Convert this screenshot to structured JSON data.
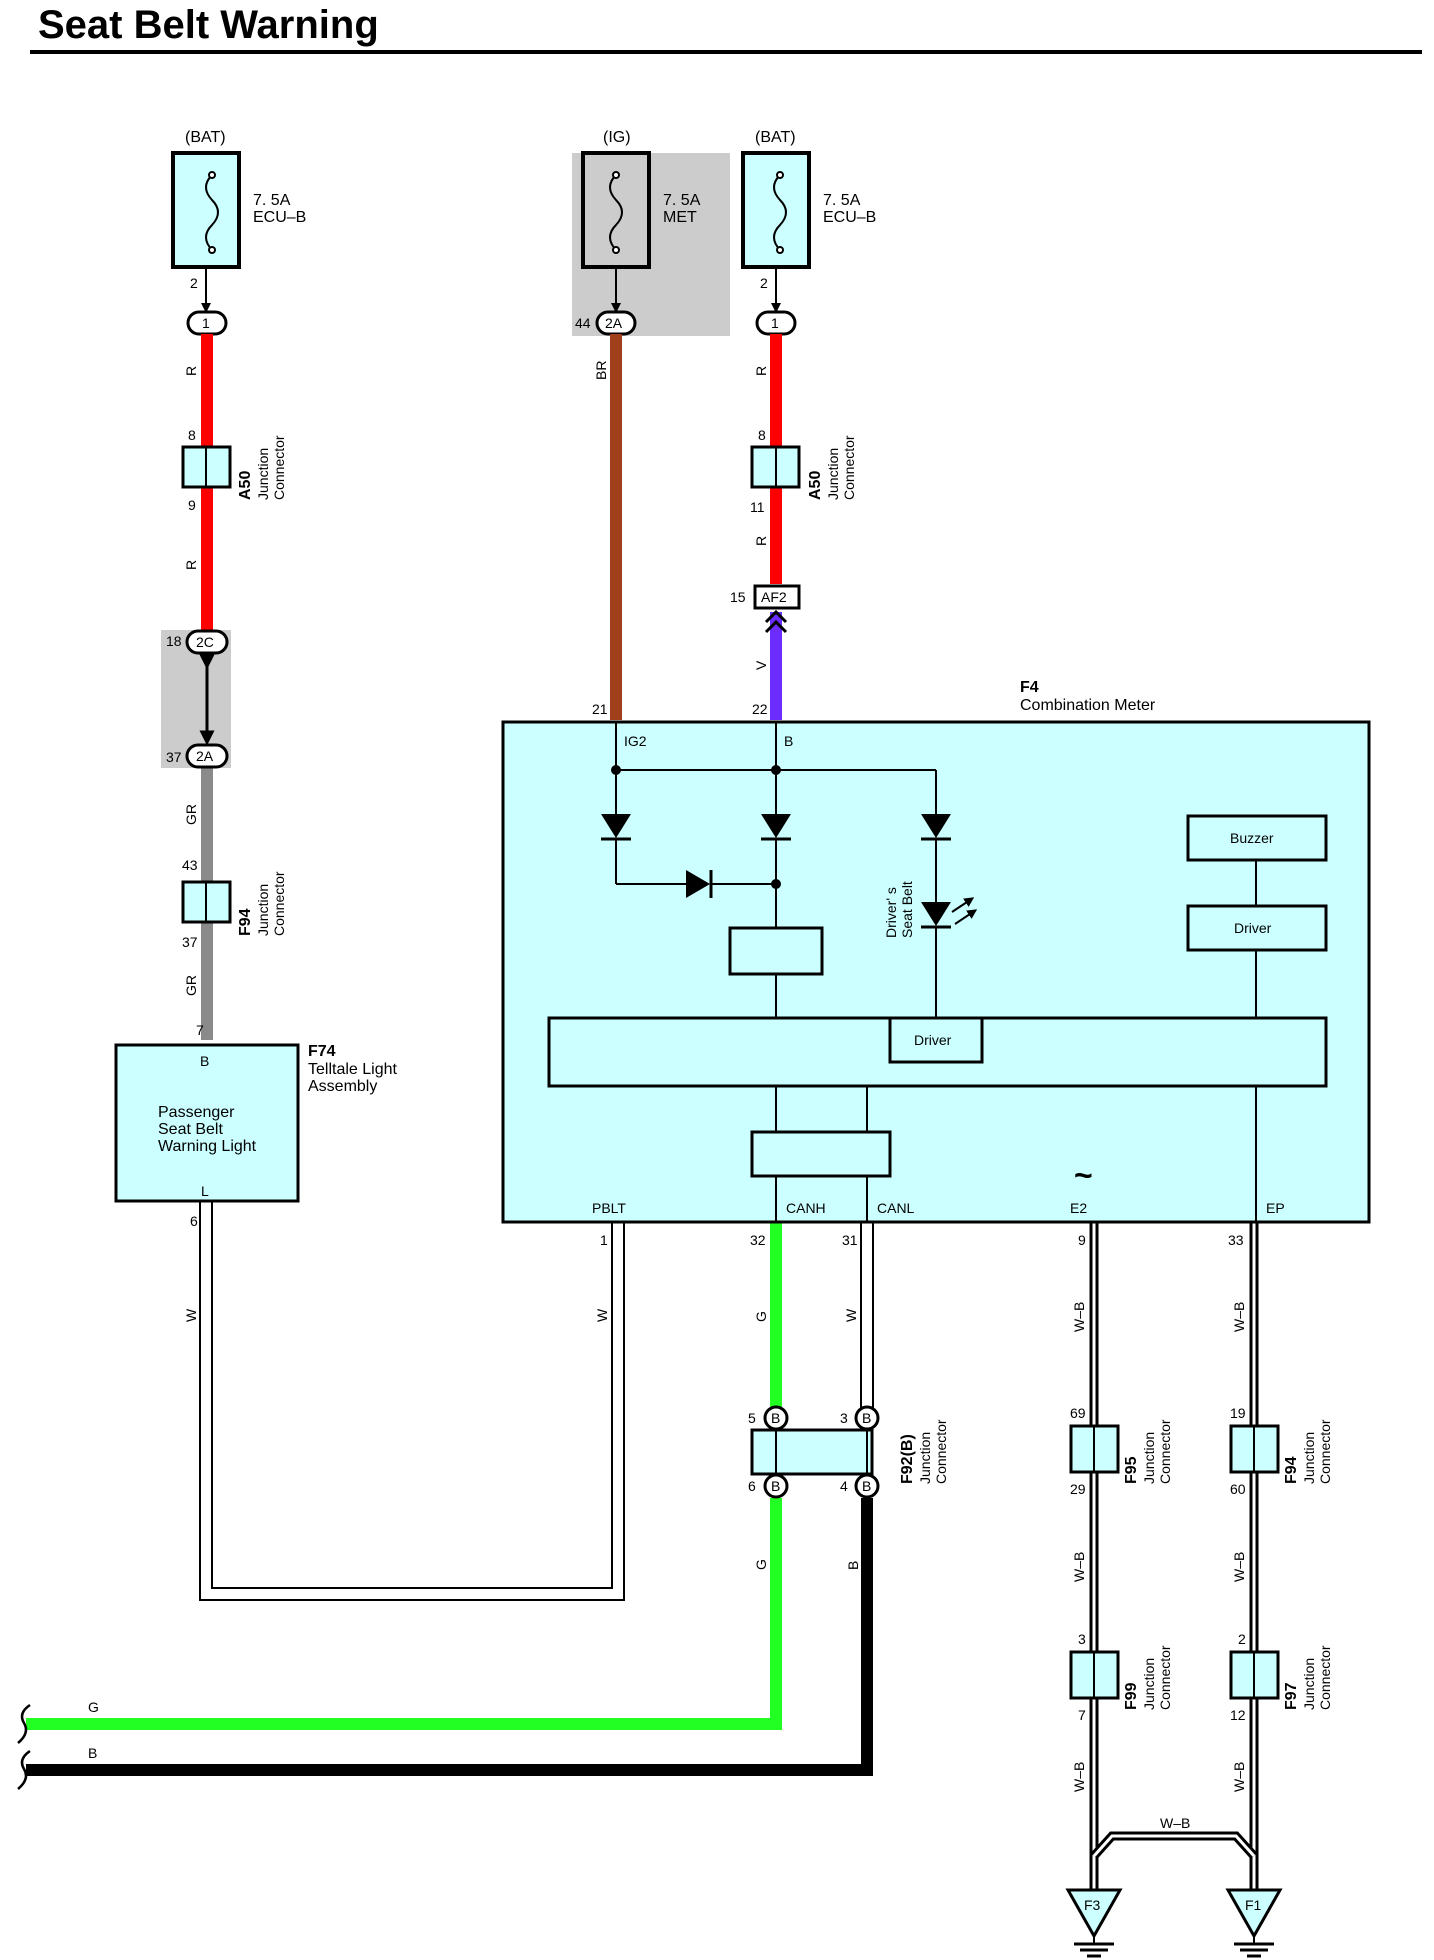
{
  "title": "Seat Belt Warning",
  "colors": {
    "red": "#ff0000",
    "brown": "#a0401a",
    "violet": "#6a2cff",
    "green": "#22ff22",
    "black": "#000000",
    "gray": "#8a8a8a",
    "white_wire": "#ffffff",
    "component_fill": "#ccffff",
    "shade": "#cccccc"
  },
  "fuses": [
    {
      "source": "(BAT)",
      "rating": "7. 5A",
      "name": "ECU–B",
      "pin": "2",
      "conn_pin": "1"
    },
    {
      "source": "(IG)",
      "rating": "7. 5A",
      "name": "MET",
      "pin": "44",
      "conn_pin": "2A"
    },
    {
      "source": "(BAT)",
      "rating": "7. 5A",
      "name": "ECU–B",
      "pin": "2",
      "conn_pin": "1"
    }
  ],
  "wire_labels": {
    "r": "R",
    "br": "BR",
    "v": "V",
    "gr": "GR",
    "w": "W",
    "g": "G",
    "b": "B",
    "wb": "W–B"
  },
  "junction_connectors": [
    {
      "id": "A50",
      "type_l1": "Junction",
      "type_l2": "Connector",
      "pin_top": "8",
      "pin_bottom": "9"
    },
    {
      "id": "A50",
      "type_l1": "Junction",
      "type_l2": "Connector",
      "pin_top": "8",
      "pin_bottom": "11"
    },
    {
      "id": "F94",
      "type_l1": "Junction",
      "type_l2": "Connector",
      "pin_top": "43",
      "pin_bottom": "37"
    },
    {
      "id": "F92(B)",
      "type_l1": "Junction",
      "type_l2": "Connector",
      "pin_tl": "5",
      "pin_tr": "3",
      "pin_bl": "6",
      "pin_br": "4",
      "mark": "B"
    },
    {
      "id": "F95",
      "type_l1": "Junction",
      "type_l2": "Connector",
      "pin_top": "69",
      "pin_bottom": "29"
    },
    {
      "id": "F94",
      "type_l1": "Junction",
      "type_l2": "Connector",
      "pin_top": "19",
      "pin_bottom": "60"
    },
    {
      "id": "F99",
      "type_l1": "Junction",
      "type_l2": "Connector",
      "pin_top": "3",
      "pin_bottom": "7"
    },
    {
      "id": "F97",
      "type_l1": "Junction",
      "type_l2": "Connector",
      "pin_top": "2",
      "pin_bottom": "12"
    }
  ],
  "inline_connectors": [
    {
      "pin": "18",
      "id": "2C"
    },
    {
      "pin": "37",
      "id": "2A"
    },
    {
      "pin": "15",
      "id": "AF2"
    }
  ],
  "telltale": {
    "id": "F74",
    "name_l1": "Telltale Light",
    "name_l2": "Assembly",
    "text_l1": "Passenger",
    "text_l2": "Seat Belt",
    "text_l3": "Warning Light",
    "term_top": "B",
    "term_bottom": "L",
    "pin_top": "7",
    "pin_bottom": "6"
  },
  "meter": {
    "id": "F4",
    "name": "Combination Meter",
    "pins_top": [
      {
        "pin": "21",
        "term": "IG2"
      },
      {
        "pin": "22",
        "term": "B"
      }
    ],
    "pins_bottom": [
      {
        "pin": "1",
        "term": "PBLT"
      },
      {
        "pin": "32",
        "term": "CANH"
      },
      {
        "pin": "31",
        "term": "CANL"
      },
      {
        "pin": "9",
        "term": "E2"
      },
      {
        "pin": "33",
        "term": "EP"
      }
    ],
    "buzzer": "Buzzer",
    "driver": "Driver",
    "driver_bus": "Driver",
    "led_l1": "Driver' s",
    "led_l2": "Seat Belt",
    "tilde": "~"
  },
  "grounds": [
    "F3",
    "F1"
  ]
}
